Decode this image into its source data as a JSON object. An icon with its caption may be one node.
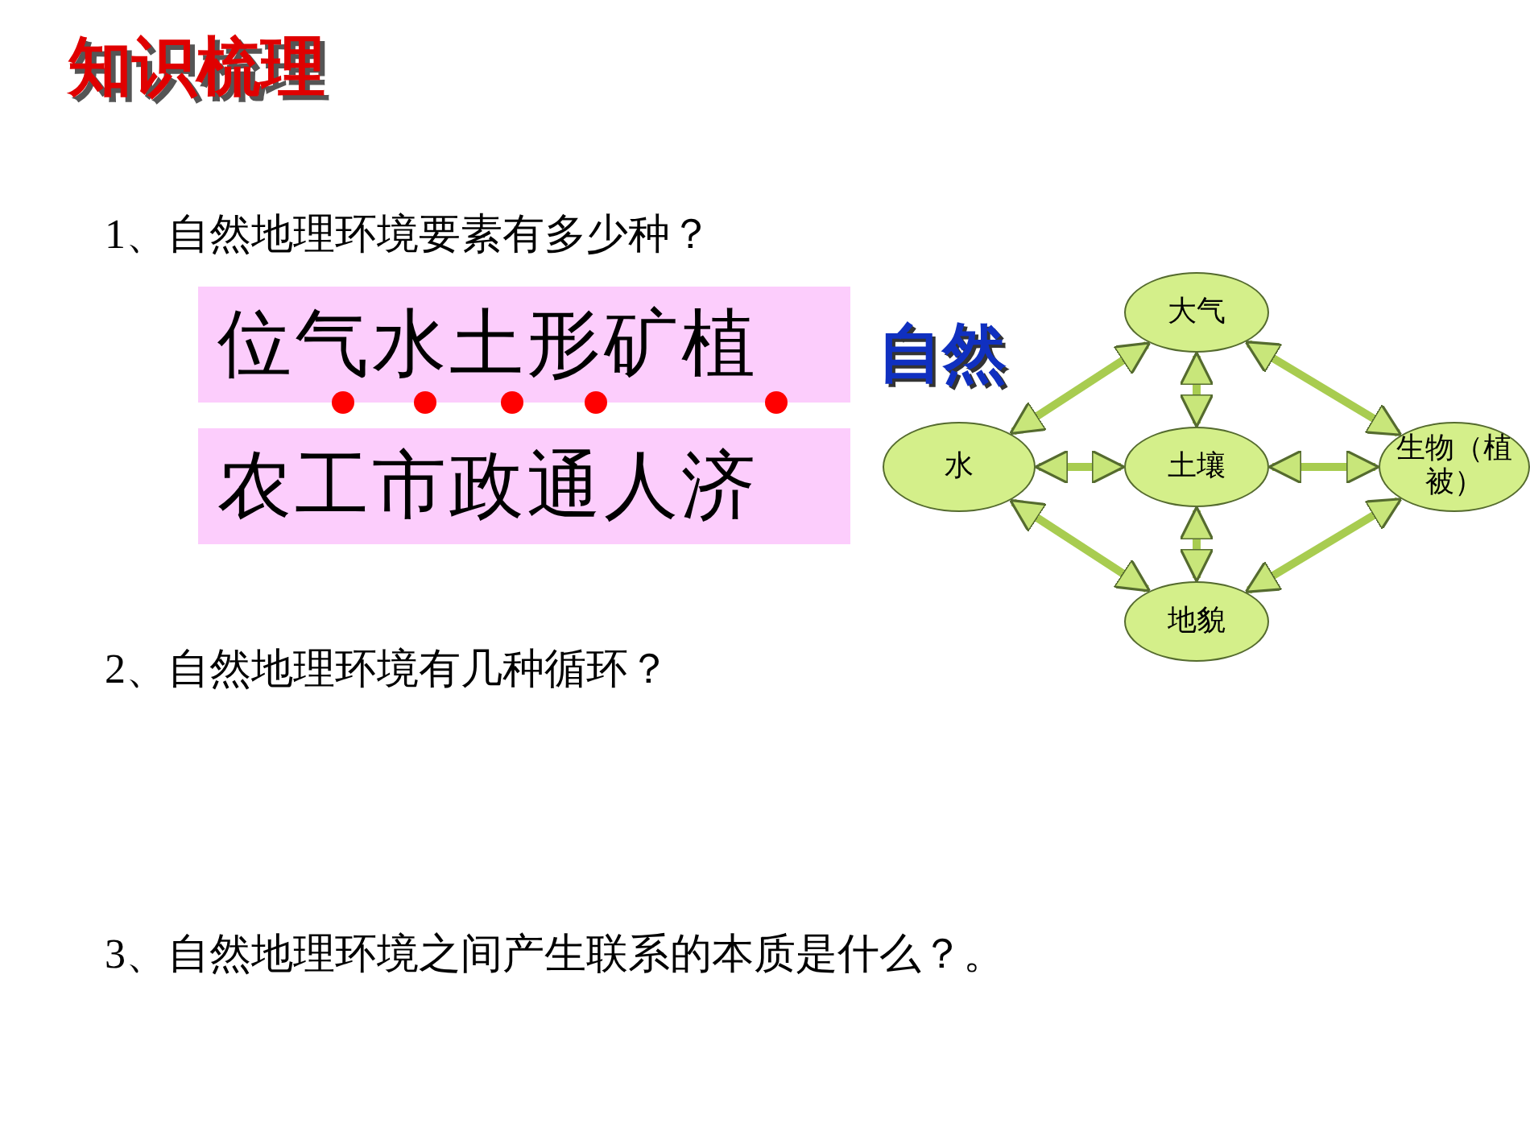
{
  "diagram": {
    "title": "知识梳理",
    "nodes": [
      {
        "text": [
          "位气水土形矿植"
        ]
      },
      {
        "text": [
          "农工市政通人济"
        ]
      },
      {
        "text": [
          "大气"
        ]
      },
      {
        "text": [
          "水"
        ]
      },
      {
        "text": [
          "土壤"
        ]
      },
      {
        "text": [
          "生物（植被）"
        ]
      },
      {
        "text": [
          "地貌"
        ]
      }
    ],
    "edges": [
      {
        "from": 3,
        "to": 2,
        "arrow": "both"
      },
      {
        "from": 2,
        "to": 4,
        "arrow": "both"
      },
      {
        "from": 2,
        "to": 5,
        "arrow": "both"
      },
      {
        "from": 3,
        "to": 4,
        "arrow": "both"
      },
      {
        "from": 4,
        "to": 5,
        "arrow": "both"
      },
      {
        "from": 4,
        "to": 6,
        "arrow": "both"
      },
      {
        "from": 3,
        "to": 6,
        "arrow": "both"
      },
      {
        "from": 5,
        "to": 6,
        "arrow": "both"
      }
    ],
    "labels": [
      "1、自然地理环境要素有多少种？",
      "自然",
      "2、自然地理环境有几种循环？",
      "3、自然地理环境之间产生联系的本质是什么？。"
    ]
  }
}
